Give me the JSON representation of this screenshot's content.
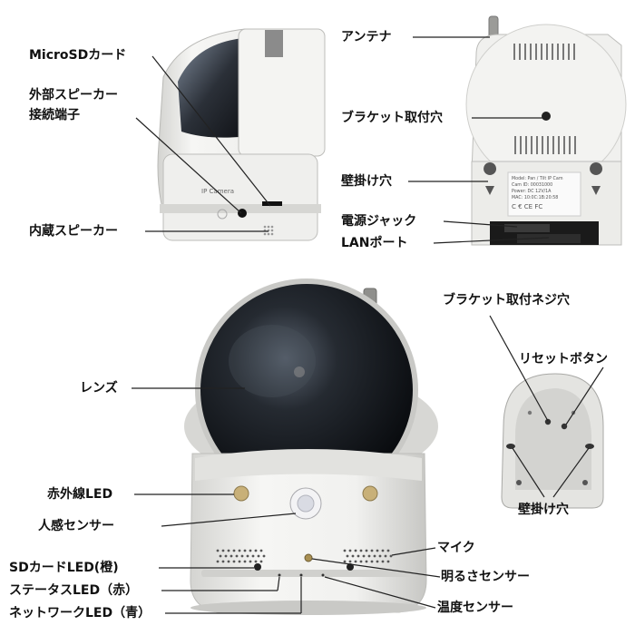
{
  "labels": {
    "microsd_card": "MicroSDカード",
    "external_speaker_1": "外部スピーカー",
    "external_speaker_2": "接続端子",
    "builtin_speaker": "内蔵スピーカー",
    "antenna": "アンテナ",
    "bracket_hole": "ブラケット取付穴",
    "wall_hole_back": "壁掛け穴",
    "power_jack": "電源ジャック",
    "lan_port": "LANポート",
    "lens": "レンズ",
    "ir_led": "赤外線LED",
    "motion_sensor": "人感センサー",
    "sd_led": "SDカードLED(橙)",
    "status_led": "ステータスLED（赤）",
    "network_led": "ネットワークLED（青）",
    "mic": "マイク",
    "light_sensor": "明るさセンサー",
    "temp_sensor": "温度センサー",
    "bracket_screw_hole": "ブラケット取付ネジ穴",
    "reset_button": "リセットボタン",
    "wall_hole_bracket": "壁掛け穴"
  },
  "device_print": {
    "camera_brand": "IP Camera",
    "back_label_lines": [
      "Model: Pan / Tilt IP Cam",
      "Cam ID: 00031000",
      "Power: DC 12V/1A",
      "MAC: 10:0C:1B:20:58",
      "C € CE FC"
    ]
  },
  "colors": {
    "body_white": "#f1f1ef",
    "body_shadow": "#c9c9c6",
    "dome_dark": "#15191f",
    "callout_line": "#222222"
  }
}
